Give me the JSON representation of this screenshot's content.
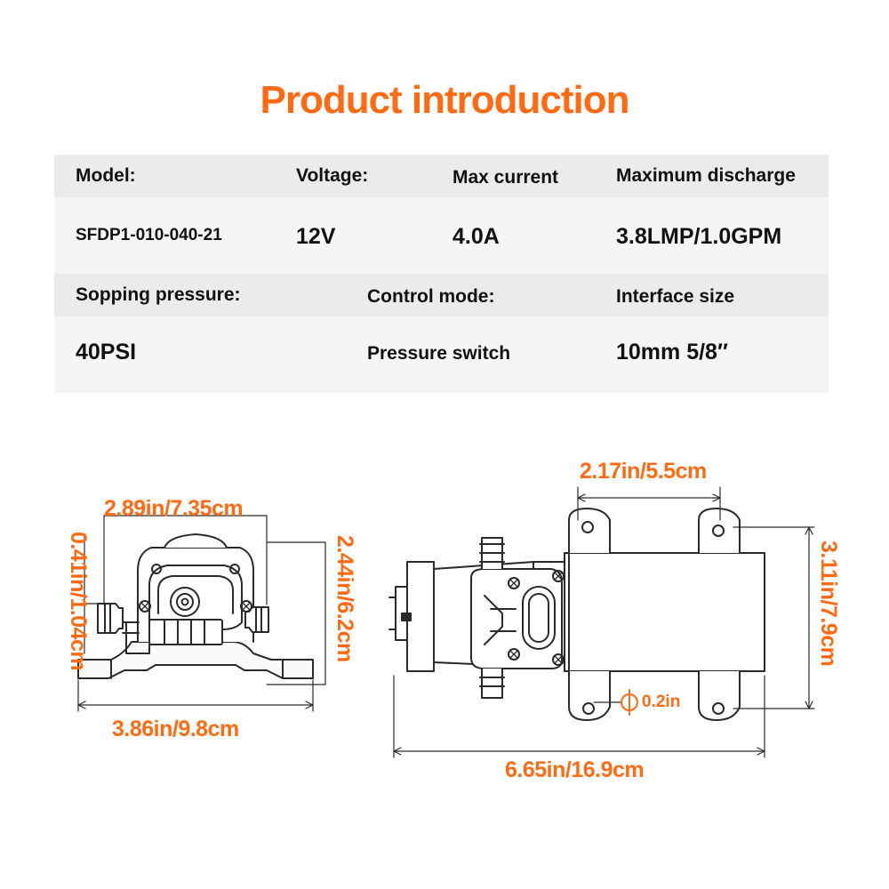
{
  "title": "Product introduction",
  "colors": {
    "accent": "#ff6a13",
    "line": "#2a2a2a",
    "header_bg": "#ebebeb",
    "value_bg": "#f5f5f5"
  },
  "specs": {
    "row1_headers": [
      "Model:",
      "Voltage:",
      "Max current",
      "Maximum discharge"
    ],
    "row1_values": [
      "SFDP1-010-040-21",
      "12V",
      "4.0A",
      "3.8LMP/1.0GPM"
    ],
    "row2_headers": [
      "Sopping pressure:",
      "Control mode:",
      "Interface size"
    ],
    "row2_values": [
      "40PSI",
      "Pressure switch",
      "10mm 5/8″"
    ]
  },
  "dimensions": {
    "front_width_top": "2.89in/7.35cm",
    "front_offset_left": "0.41in/1.04cm",
    "front_height_right": "2.44in/6.2cm",
    "front_width_bottom": "3.86in/9.8cm",
    "side_mount_spacing": "2.17in/5.5cm",
    "side_height_right": "3.11in/7.9cm",
    "side_hole_diameter": "0.2in",
    "side_length_bottom": "6.65in/16.9cm"
  },
  "icons": {
    "diameter": "phi-symbol"
  }
}
